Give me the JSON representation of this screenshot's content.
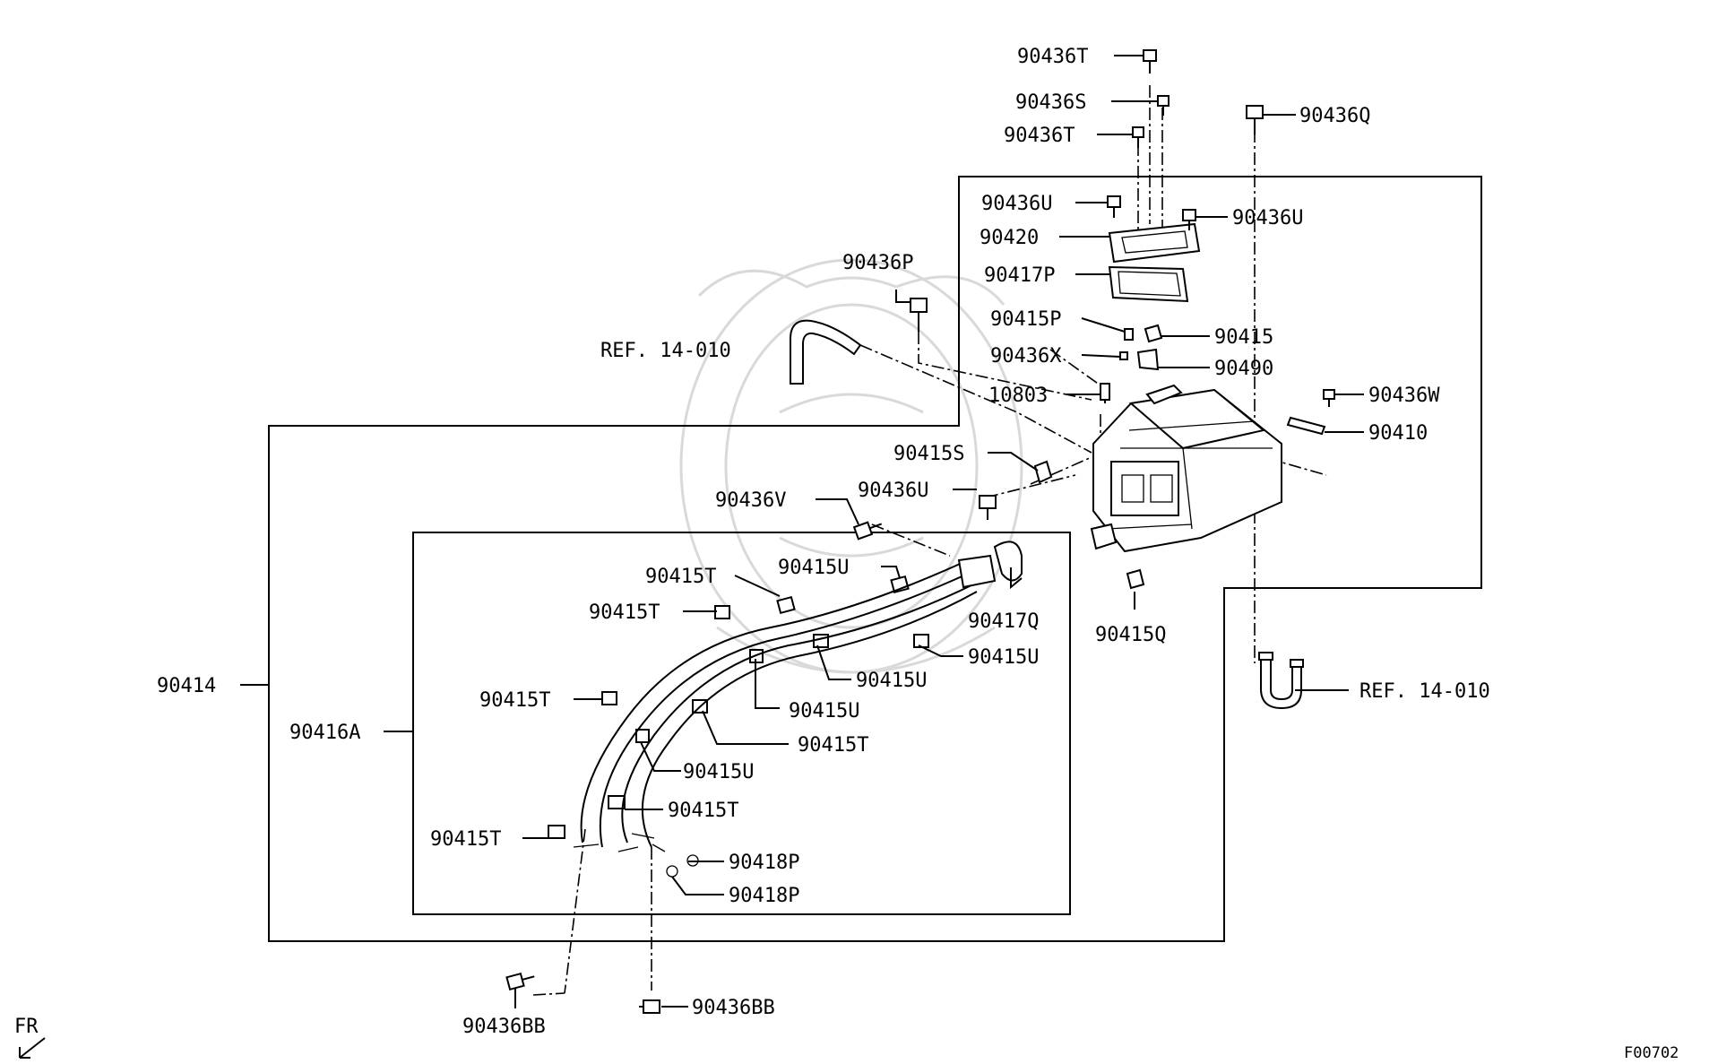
{
  "diagram": {
    "figure_code": "F00702",
    "direction_label": "FR",
    "labels": {
      "l90436T_a": "90436T",
      "l90436S": "90436S",
      "l90436T_b": "90436T",
      "l90436Q": "90436Q",
      "l90436U_a": "90436U",
      "l90436U_b": "90436U",
      "l90420": "90420",
      "l90417P": "90417P",
      "l90436P": "90436P",
      "l90415P": "90415P",
      "l90415": "90415",
      "lREF_a": "REF. 14-010",
      "l90436X": "90436X",
      "l90490": "90490",
      "l10803": "10803",
      "l90436W": "90436W",
      "l90410": "90410",
      "l90415S": "90415S",
      "l90436V": "90436V",
      "l90436U_c": "90436U",
      "l90415T_a": "90415T",
      "l90415U_a": "90415U",
      "l90417Q": "90417Q",
      "l90415T_b": "90415T",
      "l90415Q": "90415Q",
      "l90415U_b": "90415U",
      "l90415U_c": "90415U",
      "lREF_b": "REF. 14-010",
      "l90414": "90414",
      "l90415T_c": "90415T",
      "l90415U_d": "90415U",
      "l90416A": "90416A",
      "l90415T_d": "90415T",
      "l90415U_e": "90415U",
      "l90415T_e": "90415T",
      "l90415T_f": "90415T",
      "l90418P_a": "90418P",
      "l90418P_b": "90418P",
      "l90436BB_a": "90436BB",
      "l90436BB_b": "90436BB"
    }
  }
}
